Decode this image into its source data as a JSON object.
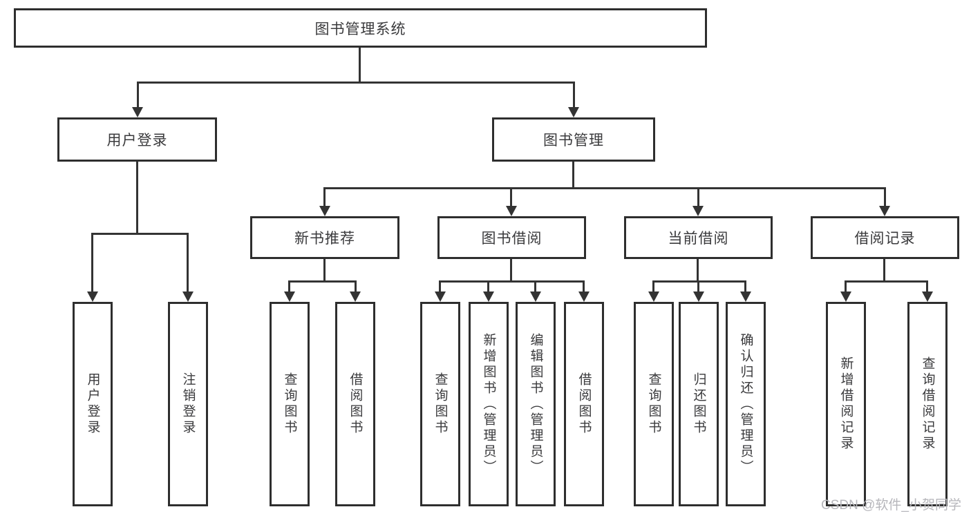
{
  "diagram": {
    "root": {
      "label": "图书管理系统"
    },
    "level2": [
      {
        "label": "用户登录"
      },
      {
        "label": "图书管理"
      }
    ],
    "level3": [
      {
        "label": "新书推荐"
      },
      {
        "label": "图书借阅"
      },
      {
        "label": "当前借阅"
      },
      {
        "label": "借阅记录"
      }
    ],
    "leaves": {
      "user": [
        "用户登录",
        "注销登录"
      ],
      "newbook": [
        "查询图书",
        "借阅图书"
      ],
      "borrow": [
        "查询图书",
        "新增图书（管理员）",
        "编辑图书（管理员）",
        "借阅图书"
      ],
      "current": [
        "查询图书",
        "归还图书",
        "确认归还（管理员）"
      ],
      "records": [
        "新增借阅记录",
        "查询借阅记录"
      ]
    }
  },
  "watermark": {
    "text": "CSDN @软件_小贺同学"
  },
  "colors": {
    "line": "#333333",
    "box_border": "#2e2e2e",
    "text": "#3a3a3c",
    "background": "#ffffff",
    "watermark": "#b6b6bb"
  }
}
